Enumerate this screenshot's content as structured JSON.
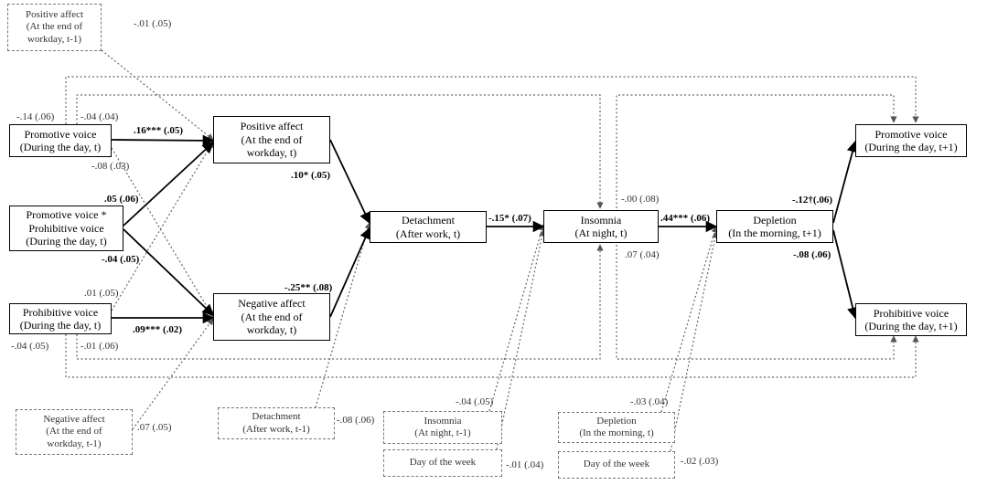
{
  "nodes": {
    "pa_prev": {
      "lines": [
        "Positive affect",
        "(At the end of",
        "workday, t-1)"
      ]
    },
    "promotive": {
      "lines": [
        "Promotive voice",
        "(During the day, t)"
      ]
    },
    "interaction": {
      "lines": [
        "Promotive voice *",
        "Prohibitive voice",
        "(During the day, t)"
      ]
    },
    "prohibitive": {
      "lines": [
        "Prohibitive voice",
        "(During the day, t)"
      ]
    },
    "pa": {
      "lines": [
        "Positive affect",
        "(At the end of",
        "workday, t)"
      ]
    },
    "na": {
      "lines": [
        "Negative affect",
        "(At the end of",
        "workday, t)"
      ]
    },
    "na_prev": {
      "lines": [
        "Negative affect",
        "(At the end of",
        "workday, t-1)"
      ]
    },
    "detachment": {
      "lines": [
        "Detachment",
        "(After work, t)"
      ]
    },
    "det_prev": {
      "lines": [
        "Detachment",
        "(After work, t-1)"
      ]
    },
    "insomnia": {
      "lines": [
        "Insomnia",
        "(At night, t)"
      ]
    },
    "ins_prev": {
      "lines": [
        "Insomnia",
        "(At night, t-1)"
      ]
    },
    "dow1": {
      "lines": [
        "Day of the week"
      ]
    },
    "depletion": {
      "lines": [
        "Depletion",
        "(In the morning, t+1)"
      ]
    },
    "dep_prev": {
      "lines": [
        "Depletion",
        "(In the morning, t)"
      ]
    },
    "dow2": {
      "lines": [
        "Day of the week"
      ]
    },
    "prom_next": {
      "lines": [
        "Promotive voice",
        "(During the day, t+1)"
      ]
    },
    "proh_next": {
      "lines": [
        "Prohibitive voice",
        "(During the day, t+1)"
      ]
    }
  },
  "coefficients": {
    "pa_prev_to_pa": "-.01 (.05)",
    "prom_ar_left": "-.14 (.06)",
    "prom_to_ins": "-.04 (.04)",
    "prom_to_pa": ".16*** (.05)",
    "prom_to_na": "-.08 (.03)",
    "int_to_pa": ".05 (.06)",
    "int_to_na": "-.04 (.05)",
    "proh_to_pa": ".01 (.05)",
    "proh_to_na": ".09*** (.02)",
    "proh_ar_left": "-.04 (.05)",
    "proh_to_ins": "-.01 (.06)",
    "na_prev_to_na": ".07 (.05)",
    "pa_to_det": ".10* (.05)",
    "na_to_det": "-.25** (.08)",
    "det_prev_to_det": "-.08 (.06)",
    "det_to_ins": "-.15* (.07)",
    "ins_top": "-.00 (.08)",
    "ins_bottom": ".07 (.04)",
    "ins_prev_to_ins": "-.04 (.05)",
    "dow1_to_ins": "-.01 (.04)",
    "ins_to_dep": ".44*** (.06)",
    "dep_prev_to_dep": "-.03 (.04)",
    "dow2_to_dep": "-.02 (.03)",
    "dep_to_prom": "-.12†(.06)",
    "dep_to_proh": "-.08 (.06)"
  }
}
